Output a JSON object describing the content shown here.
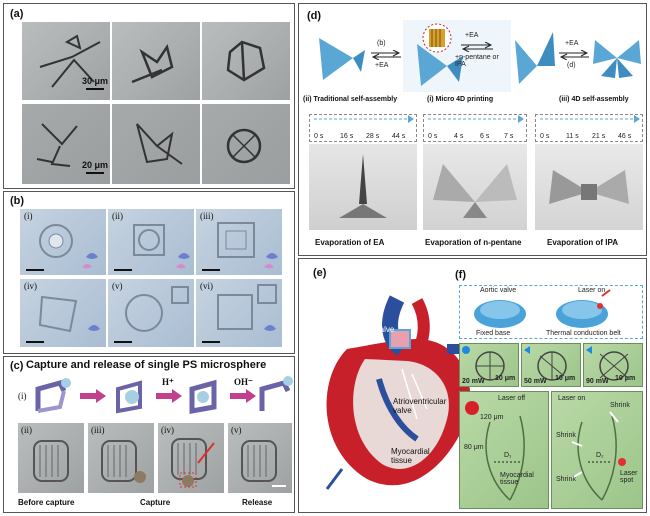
{
  "panel_a": {
    "label": "(a)",
    "scale_top": "30 μm",
    "scale_bottom": "20 μm"
  },
  "panel_b": {
    "label": "(b)",
    "sub_labels": [
      "(i)",
      "(ii)",
      "(iii)",
      "(iv)",
      "(v)",
      "(vi)"
    ]
  },
  "panel_c": {
    "label": "(c)",
    "title": "Capture and release of single PS microsphere",
    "step_labels": [
      "(i)",
      "H⁺",
      "OH⁻"
    ],
    "photo_labels": [
      "(ii)",
      "(iii)",
      "(iv)",
      "(v)"
    ],
    "captions": [
      "Before capture",
      "Capture",
      "Release"
    ]
  },
  "panel_d": {
    "label": "(d)",
    "arrow_b_top": "(b)",
    "arrow_b_bottom": "+EA",
    "arrow_mid_top": "+EA",
    "arrow_mid_bottom": "+n-pentane or IPA",
    "arrow_d_top": "+EA",
    "arrow_d_bottom": "(d)",
    "method_labels": [
      "(ii) Traditional self-assembly",
      "(i) Micro 4D printing",
      "(iii) 4D self-assembly"
    ],
    "times_ea": [
      "0 s",
      "16 s",
      "28 s",
      "44 s"
    ],
    "times_pentane": [
      "0 s",
      "4 s",
      "6 s",
      "7 s"
    ],
    "times_ipa": [
      "0 s",
      "11 s",
      "21 s",
      "46 s"
    ],
    "evap_labels": [
      "Evaporation of EA",
      "Evaporation of n-pentane",
      "Evaporation of IPA"
    ]
  },
  "panel_e": {
    "label": "(e)",
    "aortic_valve": "Aortic valve",
    "atrioventricular_valve": "Atrioventricular valve",
    "myocardial_tissue": "Myocardial tissue"
  },
  "panel_f": {
    "label": "(f)",
    "aortic_valve": "Aortic valve",
    "laser_on": "Laser on",
    "fixed_base": "Fixed base",
    "thermal_belt": "Thermal conduction belt",
    "powers": [
      "20 mW",
      "50 mW",
      "90 mW"
    ],
    "scale_10": "10 μm",
    "laser_off": "Laser off",
    "laser_on2": "Laser on",
    "dim_120": "120 μm",
    "dim_80": "80 μm",
    "myocardial_tissue": "Myocardial tissue",
    "shrink": "Shrink",
    "laser_spot": "Laser spot",
    "d1": "D₁",
    "d2": "D₂"
  },
  "colors": {
    "arrow_pink": "#c2418f",
    "petal_blue": "#5aa7d6",
    "heart_red": "#c8202b",
    "vessel_blue": "#2b4f9c"
  }
}
